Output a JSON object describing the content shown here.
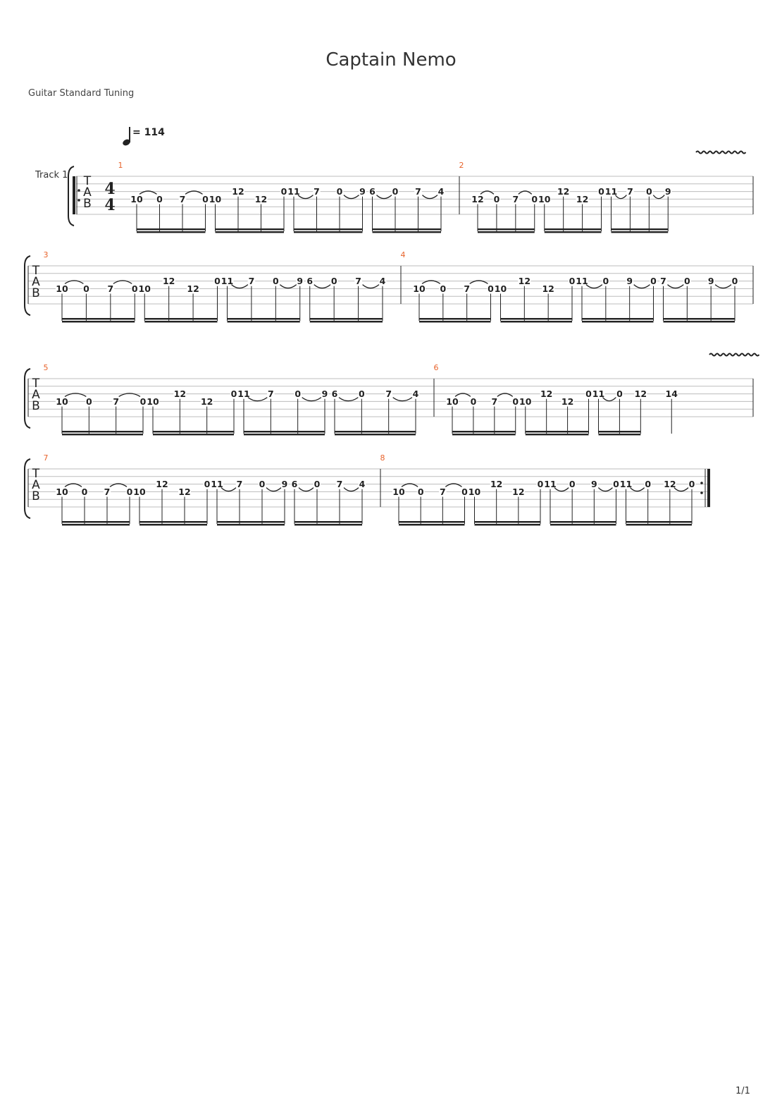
{
  "score": {
    "title": "Captain Nemo",
    "tuning_label": "Guitar Standard Tuning",
    "tempo_value": "= 114",
    "track_name": "Track 1",
    "time_signature": {
      "top": "4",
      "bottom": "4"
    },
    "tab_letters": [
      "T",
      "A",
      "B"
    ],
    "page_number": "1/1",
    "colors": {
      "measure_number": "#e8632b",
      "staff_line": "#bdbdbd",
      "ink": "#222222"
    }
  },
  "measures": [
    {
      "number": "1",
      "groups": [
        {
          "notes": [
            {
              "fret": "10",
              "string": 4
            },
            {
              "fret": "0",
              "string": 4
            },
            {
              "fret": "7",
              "string": 4
            },
            {
              "fret": "0",
              "string": 4
            }
          ]
        },
        {
          "notes": [
            {
              "fret": "10",
              "string": 4
            },
            {
              "fret": "12",
              "string": 3
            },
            {
              "fret": "12",
              "string": 4
            },
            {
              "fret": "0",
              "string": 3
            }
          ]
        },
        {
          "notes": [
            {
              "fret": "11",
              "string": 3
            },
            {
              "fret": "7",
              "string": 3
            },
            {
              "fret": "0",
              "string": 3
            },
            {
              "fret": "9",
              "string": 3
            }
          ]
        },
        {
          "notes": [
            {
              "fret": "6",
              "string": 3
            },
            {
              "fret": "0",
              "string": 3
            },
            {
              "fret": "7",
              "string": 3
            },
            {
              "fret": "4",
              "string": 3
            }
          ]
        }
      ]
    },
    {
      "number": "2",
      "groups": [
        {
          "notes": [
            {
              "fret": "12",
              "string": 4
            },
            {
              "fret": "0",
              "string": 4
            },
            {
              "fret": "7",
              "string": 4
            },
            {
              "fret": "0",
              "string": 4
            }
          ]
        },
        {
          "notes": [
            {
              "fret": "10",
              "string": 4
            },
            {
              "fret": "12",
              "string": 3
            },
            {
              "fret": "12",
              "string": 4
            },
            {
              "fret": "0",
              "string": 3
            }
          ]
        },
        {
          "notes": [
            {
              "fret": "11",
              "string": 3
            },
            {
              "fret": "7",
              "string": 3
            },
            {
              "fret": "0",
              "string": 3
            },
            {
              "fret": "9",
              "string": 3
            }
          ]
        }
      ]
    },
    {
      "number": "3",
      "groups": [
        {
          "notes": [
            {
              "fret": "10",
              "string": 4
            },
            {
              "fret": "0",
              "string": 4
            },
            {
              "fret": "7",
              "string": 4
            },
            {
              "fret": "0",
              "string": 4
            }
          ]
        },
        {
          "notes": [
            {
              "fret": "10",
              "string": 4
            },
            {
              "fret": "12",
              "string": 3
            },
            {
              "fret": "12",
              "string": 4
            },
            {
              "fret": "0",
              "string": 3
            }
          ]
        },
        {
          "notes": [
            {
              "fret": "11",
              "string": 3
            },
            {
              "fret": "7",
              "string": 3
            },
            {
              "fret": "0",
              "string": 3
            },
            {
              "fret": "9",
              "string": 3
            }
          ]
        },
        {
          "notes": [
            {
              "fret": "6",
              "string": 3
            },
            {
              "fret": "0",
              "string": 3
            },
            {
              "fret": "7",
              "string": 3
            },
            {
              "fret": "4",
              "string": 3
            }
          ]
        }
      ]
    },
    {
      "number": "4",
      "groups": [
        {
          "notes": [
            {
              "fret": "10",
              "string": 4
            },
            {
              "fret": "0",
              "string": 4
            },
            {
              "fret": "7",
              "string": 4
            },
            {
              "fret": "0",
              "string": 4
            }
          ]
        },
        {
          "notes": [
            {
              "fret": "10",
              "string": 4
            },
            {
              "fret": "12",
              "string": 3
            },
            {
              "fret": "12",
              "string": 4
            },
            {
              "fret": "0",
              "string": 3
            }
          ]
        },
        {
          "notes": [
            {
              "fret": "11",
              "string": 3
            },
            {
              "fret": "0",
              "string": 3
            },
            {
              "fret": "9",
              "string": 3
            },
            {
              "fret": "0",
              "string": 3
            }
          ]
        },
        {
          "notes": [
            {
              "fret": "7",
              "string": 3
            },
            {
              "fret": "0",
              "string": 3
            },
            {
              "fret": "9",
              "string": 3
            },
            {
              "fret": "0",
              "string": 3
            }
          ]
        }
      ]
    },
    {
      "number": "5",
      "groups": [
        {
          "notes": [
            {
              "fret": "10",
              "string": 4
            },
            {
              "fret": "0",
              "string": 4
            },
            {
              "fret": "7",
              "string": 4
            },
            {
              "fret": "0",
              "string": 4
            }
          ]
        },
        {
          "notes": [
            {
              "fret": "10",
              "string": 4
            },
            {
              "fret": "12",
              "string": 3
            },
            {
              "fret": "12",
              "string": 4
            },
            {
              "fret": "0",
              "string": 3
            }
          ]
        },
        {
          "notes": [
            {
              "fret": "11",
              "string": 3
            },
            {
              "fret": "7",
              "string": 3
            },
            {
              "fret": "0",
              "string": 3
            },
            {
              "fret": "9",
              "string": 3
            }
          ]
        },
        {
          "notes": [
            {
              "fret": "6",
              "string": 3
            },
            {
              "fret": "0",
              "string": 3
            },
            {
              "fret": "7",
              "string": 3
            },
            {
              "fret": "4",
              "string": 3
            }
          ]
        }
      ]
    },
    {
      "number": "6",
      "groups": [
        {
          "notes": [
            {
              "fret": "10",
              "string": 4
            },
            {
              "fret": "0",
              "string": 4
            },
            {
              "fret": "7",
              "string": 4
            },
            {
              "fret": "0",
              "string": 4
            }
          ]
        },
        {
          "notes": [
            {
              "fret": "10",
              "string": 4
            },
            {
              "fret": "12",
              "string": 3
            },
            {
              "fret": "12",
              "string": 4
            },
            {
              "fret": "0",
              "string": 3
            }
          ]
        },
        {
          "notes": [
            {
              "fret": "11",
              "string": 3
            },
            {
              "fret": "0",
              "string": 3
            },
            {
              "fret": "12",
              "string": 3
            }
          ]
        },
        {
          "notes": [
            {
              "fret": "14",
              "string": 3
            }
          ]
        }
      ]
    },
    {
      "number": "7",
      "groups": [
        {
          "notes": [
            {
              "fret": "10",
              "string": 4
            },
            {
              "fret": "0",
              "string": 4
            },
            {
              "fret": "7",
              "string": 4
            },
            {
              "fret": "0",
              "string": 4
            }
          ]
        },
        {
          "notes": [
            {
              "fret": "10",
              "string": 4
            },
            {
              "fret": "12",
              "string": 3
            },
            {
              "fret": "12",
              "string": 4
            },
            {
              "fret": "0",
              "string": 3
            }
          ]
        },
        {
          "notes": [
            {
              "fret": "11",
              "string": 3
            },
            {
              "fret": "7",
              "string": 3
            },
            {
              "fret": "0",
              "string": 3
            },
            {
              "fret": "9",
              "string": 3
            }
          ]
        },
        {
          "notes": [
            {
              "fret": "6",
              "string": 3
            },
            {
              "fret": "0",
              "string": 3
            },
            {
              "fret": "7",
              "string": 3
            },
            {
              "fret": "4",
              "string": 3
            }
          ]
        }
      ]
    },
    {
      "number": "8",
      "groups": [
        {
          "notes": [
            {
              "fret": "10",
              "string": 4
            },
            {
              "fret": "0",
              "string": 4
            },
            {
              "fret": "7",
              "string": 4
            },
            {
              "fret": "0",
              "string": 4
            }
          ]
        },
        {
          "notes": [
            {
              "fret": "10",
              "string": 4
            },
            {
              "fret": "12",
              "string": 3
            },
            {
              "fret": "12",
              "string": 4
            },
            {
              "fret": "0",
              "string": 3
            }
          ]
        },
        {
          "notes": [
            {
              "fret": "11",
              "string": 3
            },
            {
              "fret": "0",
              "string": 3
            },
            {
              "fret": "9",
              "string": 3
            },
            {
              "fret": "0",
              "string": 3
            }
          ]
        },
        {
          "notes": [
            {
              "fret": "11",
              "string": 3
            },
            {
              "fret": "0",
              "string": 3
            },
            {
              "fret": "12",
              "string": 3
            },
            {
              "fret": "0",
              "string": 3
            }
          ]
        }
      ]
    }
  ]
}
